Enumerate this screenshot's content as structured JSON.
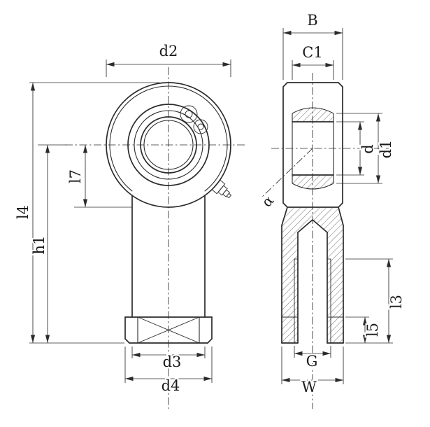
{
  "drawing": {
    "type": "technical-dimension-drawing",
    "subject": "Rod end bearing with internal thread, front view and side section view",
    "background_color": "#ffffff",
    "line_color": "#2b2b2b",
    "views": {
      "front": {
        "title": "front-view",
        "label_keys": [
          "d2",
          "l7",
          "l4",
          "h1",
          "d3",
          "d4"
        ]
      },
      "side": {
        "title": "side-section-view",
        "label_keys": [
          "B",
          "C1",
          "d",
          "d1",
          "alpha",
          "l3",
          "l5",
          "G",
          "W"
        ]
      }
    },
    "labels": {
      "d2": "d2",
      "l7": "l7",
      "l4": "l4",
      "h1": "h1",
      "d3": "d3",
      "d4": "d4",
      "B": "B",
      "C1": "C1",
      "d": "d",
      "d1": "d1",
      "alpha": "α",
      "l3": "l3",
      "l5": "l5",
      "G": "G",
      "W": "W"
    }
  }
}
